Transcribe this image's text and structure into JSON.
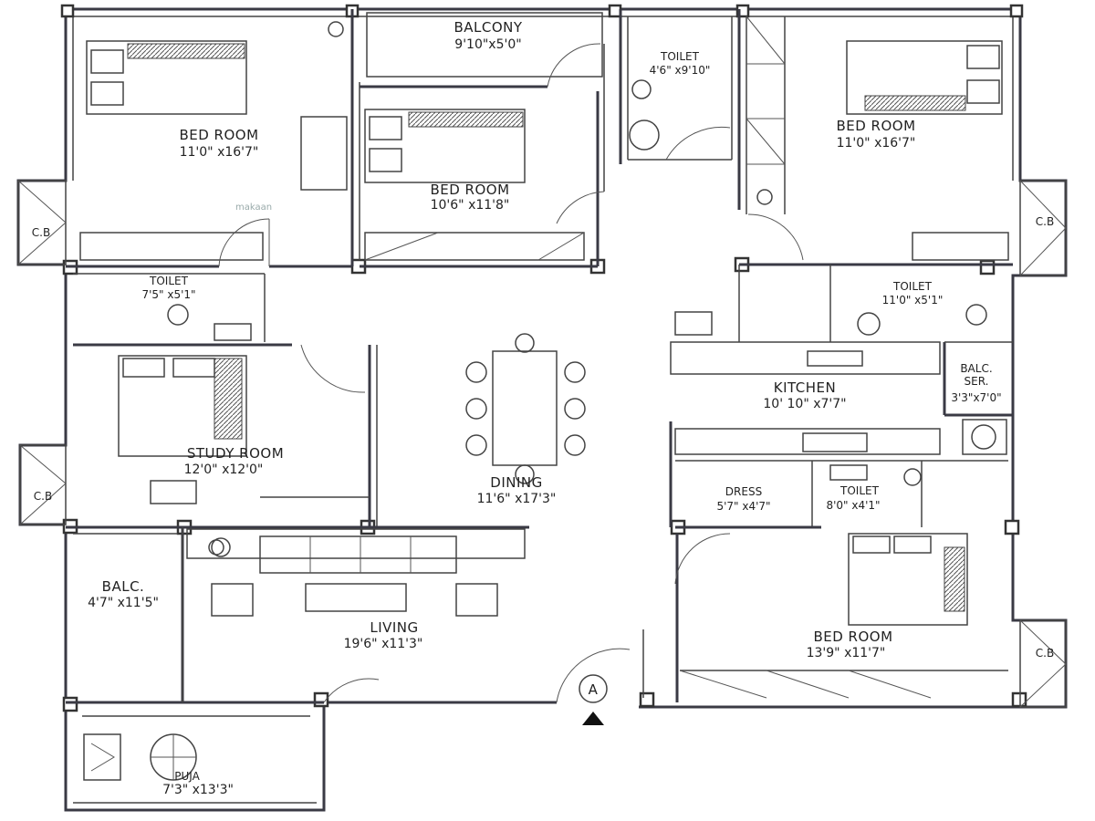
{
  "rooms": {
    "balcony_top": {
      "name": "BALCONY",
      "dim": "9'10\"x5'0\""
    },
    "toilet_top": {
      "name": "TOILET",
      "dim": "4'6\" x9'10\""
    },
    "bed_left": {
      "name": "BED ROOM",
      "dim": "11'0\" x16'7\""
    },
    "bed_mid": {
      "name": "BED ROOM",
      "dim": "10'6\" x11'8\""
    },
    "bed_right": {
      "name": "BED ROOM",
      "dim": "11'0\" x16'7\""
    },
    "toilet_left": {
      "name": "TOILET",
      "dim": "7'5\" x5'1\""
    },
    "toilet_right": {
      "name": "TOILET",
      "dim": "11'0\" x5'1\""
    },
    "kitchen": {
      "name": "KITCHEN",
      "dim": "10' 10\" x7'7\""
    },
    "balc_ser": {
      "name": "BALC.",
      "name2": "SER.",
      "dim": "3'3\"x7'0\""
    },
    "study": {
      "name": "STUDY ROOM",
      "dim": "12'0\" x12'0\""
    },
    "dining": {
      "name": "DINING",
      "dim": "11'6\" x17'3\""
    },
    "dress": {
      "name": "DRESS",
      "dim": "5'7\" x4'7\""
    },
    "toilet_small": {
      "name": "TOILET",
      "dim": "8'0\" x4'1\""
    },
    "balc_left": {
      "name": "BALC.",
      "dim": "4'7\" x11'5\""
    },
    "living": {
      "name": "LIVING",
      "dim": "19'6\" x11'3\""
    },
    "bed_lower": {
      "name": "BED ROOM",
      "dim": "13'9\" x11'7\""
    },
    "puja": {
      "name": "PUJA",
      "dim": "7'3\" x13'3\""
    }
  },
  "cupboards": {
    "cb1": "C.B",
    "cb2": "C.B",
    "cb3": "C.B",
    "cb4": "C.B"
  },
  "entrance_marker": "A",
  "watermark": "makaan"
}
